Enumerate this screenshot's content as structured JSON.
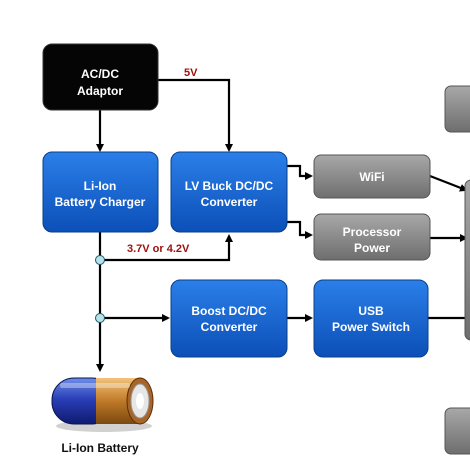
{
  "blocks": {
    "adaptor": {
      "line1": "AC/DC",
      "line2": "Adaptor"
    },
    "charger": {
      "line1": "Li-Ion",
      "line2": "Battery Charger"
    },
    "buck": {
      "line1": "LV Buck DC/DC",
      "line2": "Converter"
    },
    "wifi": {
      "line1": "WiFi"
    },
    "processor": {
      "line1": "Processor",
      "line2": "Power"
    },
    "boost": {
      "line1": "Boost DC/DC",
      "line2": "Converter"
    },
    "usb": {
      "line1": "USB",
      "line2": "Power Switch"
    }
  },
  "labels": {
    "five_volt": "5V",
    "battery_voltage": "3.7V or 4.2V",
    "battery_caption": "Li-Ion Battery"
  },
  "colors": {
    "adaptor_fill": "#050505",
    "blue_block": "#1560d0",
    "gray_block": "#8c8c8c",
    "label_red": "#a01010",
    "junction": "#b8e0e8"
  }
}
